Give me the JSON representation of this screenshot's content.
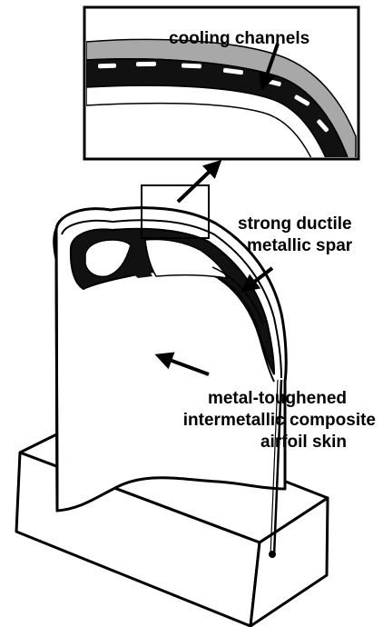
{
  "labels": {
    "cooling_channels": "cooling channels",
    "spar_line1": "strong ductile",
    "spar_line2": "metallic spar",
    "skin_line1": "metal-toughened",
    "skin_line2": "intermetallic composite",
    "skin_line3": "airfoil skin"
  },
  "colors": {
    "ink": "#000000",
    "paper": "#ffffff",
    "hatch": "#9a9a9a"
  },
  "icons": {
    "arrow": "arrow-icon"
  }
}
